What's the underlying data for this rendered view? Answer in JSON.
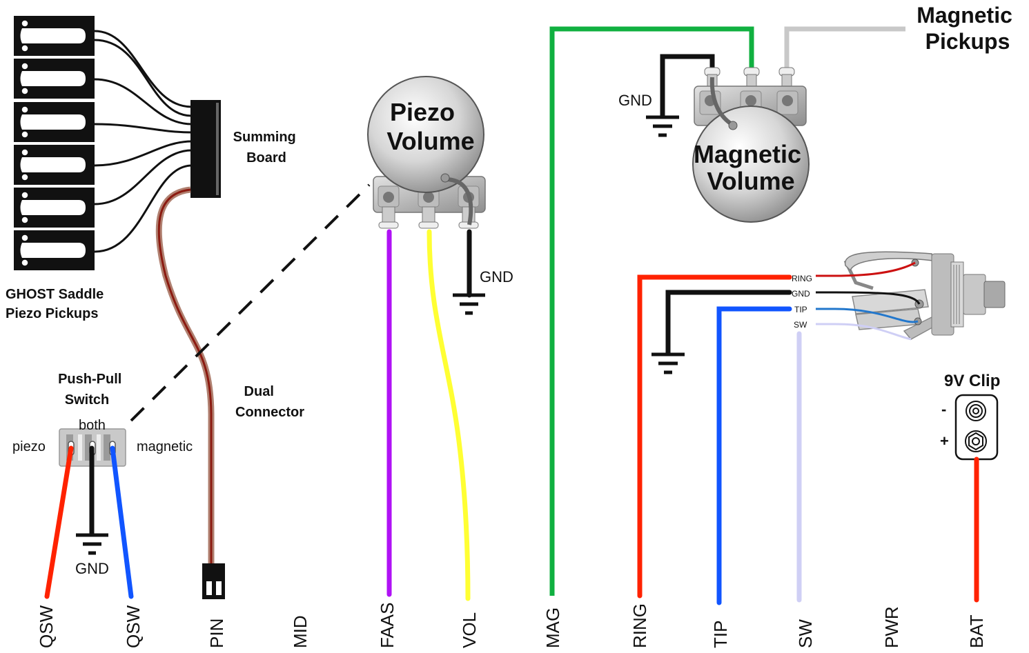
{
  "components": {
    "pickups_label_line1": "GHOST Saddle",
    "pickups_label_line2": "Piezo Pickups",
    "summing_line1": "Summing",
    "summing_line2": "Board",
    "dual_line1": "Dual",
    "dual_line2": "Connector",
    "switch_line1": "Push-Pull",
    "switch_line2": "Switch",
    "switch_both": "both",
    "switch_piezo": "piezo",
    "switch_magnetic": "magnetic",
    "piezo_vol_line1": "Piezo",
    "piezo_vol_line2": "Volume",
    "mag_vol_line1": "Magnetic",
    "mag_vol_line2": "Volume",
    "mag_pickups_line1": "Magnetic",
    "mag_pickups_line2": "Pickups",
    "gnd": "GND",
    "jack_ring": "RING",
    "jack_gnd": "GND",
    "jack_tip": "TIP",
    "jack_sw": "SW",
    "clip_title": "9V Clip",
    "clip_minus": "-",
    "clip_plus": "+"
  },
  "bottom_labels": [
    "QSW",
    "QSW",
    "PIN",
    "MID",
    "FAAS",
    "VOL",
    "MAG",
    "RING",
    "TIP",
    "SW",
    "PWR",
    "BAT"
  ],
  "colors": {
    "red": "#ff2200",
    "blue": "#1155ff",
    "purple": "#b012f5",
    "yellow": "#ffff33",
    "green": "#10b040",
    "lavender": "#cfcff5",
    "grey_wire": "#c8c8c8",
    "black": "#111111"
  }
}
